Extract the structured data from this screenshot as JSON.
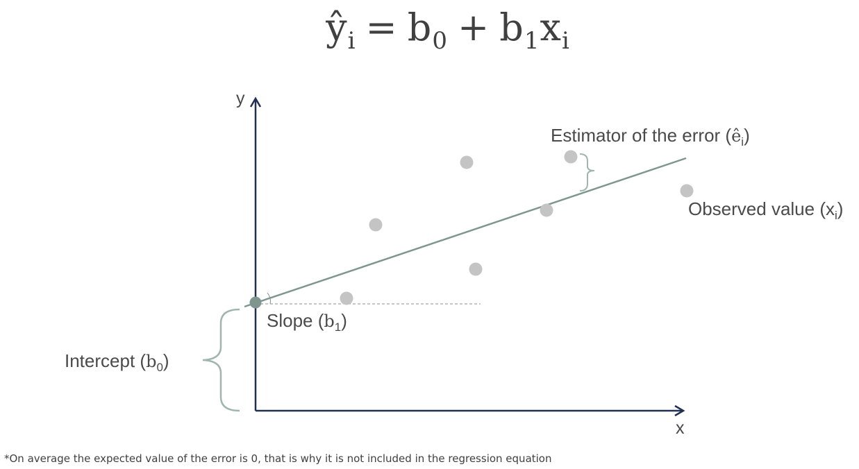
{
  "equation": {
    "lhs": "ŷ",
    "lhs_sub": "i",
    "equals": "=",
    "b0": "b",
    "b0_sub": "0",
    "plus": "+",
    "b1": "b",
    "b1_sub": "1",
    "x": "x",
    "x_sub": "i"
  },
  "axes": {
    "y_label": "y",
    "x_label": "x"
  },
  "labels": {
    "error_text": "Estimator of the error (",
    "error_symbol": "ê",
    "error_sub": "i",
    "error_close": ")",
    "observed_text": "Observed value (x",
    "observed_sub": "i",
    "observed_close": ")",
    "slope_text": "Slope (",
    "slope_symbol": "b",
    "slope_sub": "1",
    "slope_close": ")",
    "intercept_text": "Intercept (",
    "intercept_symbol": "b",
    "intercept_sub": "0",
    "intercept_close": ")"
  },
  "footnote": "*On average the expected value of the error is 0, that is why it is not included in the regression equation",
  "colors": {
    "axis": "#1f3052",
    "regression_line": "#7f968e",
    "points": "#c4c4c4",
    "intercept_point": "#7f968e",
    "brace": "#9fb5ad",
    "text": "#4a4a4a"
  }
}
